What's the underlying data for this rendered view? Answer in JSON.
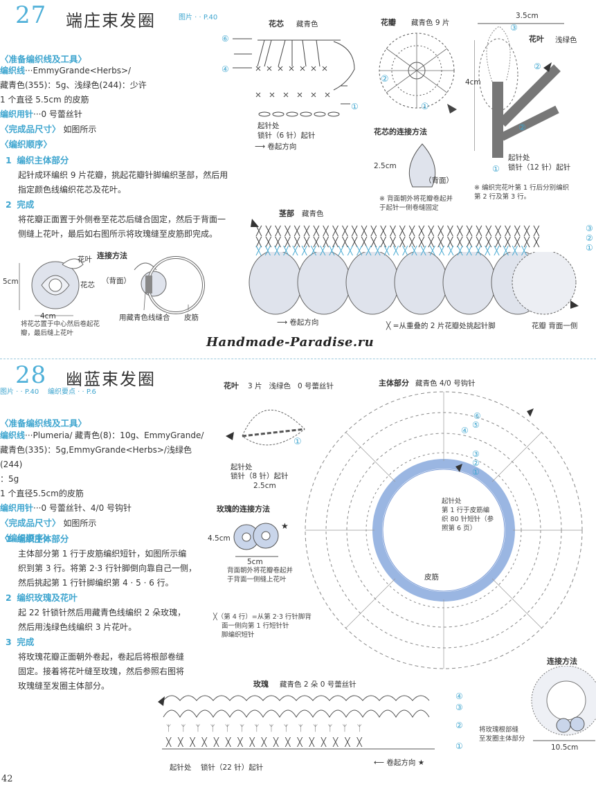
{
  "p27": {
    "number": "27",
    "title": "端庄束发圈",
    "ref": "图片 · · P.40",
    "materials_header": "〈准备编织线及工具〉",
    "yarn_label": "编织线",
    "yarn_text": "···EmmyGrande<Herbs>/",
    "yarn_line2": "藏青色(355)：5g、浅绿色(244)：少许",
    "yarn_line3": "1 个直径 5.5cm 的皮筋",
    "needle_label": "编织用针",
    "needle_text": "···0 号蕾丝针",
    "size_header": "〈完成品尺寸〉",
    "size_text": "如图所示",
    "order_header": "〈编织顺序〉",
    "step1_num": "1",
    "step1_title": "编织主体部分",
    "step1_text1": "起针成环编织 9 片花瓣，挑起花瓣针脚编织茎部，然后用",
    "step1_text2": "指定颜色线编织花芯及花叶。",
    "step2_num": "2",
    "step2_title": "完成",
    "step2_text1": "将花瓣正面置于外侧卷至花芯后缝合固定，然后于背面一",
    "step2_text2": "侧缝上花叶，最后如右图所示将玫瑰缝至皮筋即完成。",
    "conn_title": "连接方法",
    "lbl_leaf": "花叶",
    "lbl_core": "花芯",
    "lbl_back": "（背面）",
    "lbl_5cm": "5cm",
    "lbl_4cm": "4cm",
    "lbl_elastic": "皮筋",
    "lbl_sew": "用藏青色线缝合",
    "note_rose1": "将花芯置于中心然后卷起花",
    "note_rose2": "瓣，最后缝上花叶",
    "core_title": "花芯",
    "core_color": "藏青色",
    "core_start": "起针处",
    "core_chain": "锁针（6 针）起针",
    "core_dir": "卷起方向",
    "petal_title": "花瓣",
    "petal_color": "藏青色  9 片",
    "core_conn_title": "花芯的连接方法",
    "core_25": "2.5cm",
    "core_back": "（背面）",
    "core_note1": "※ 背面朝外将花瓣卷起并",
    "core_note2": "于起针一侧卷缝固定",
    "leaf_title": "花叶",
    "leaf_color": "浅绿色",
    "leaf_35": "3.5cm",
    "leaf_4cm": "4cm",
    "leaf_start": "起针处",
    "leaf_chain": "锁针（12 针）起针",
    "leaf_note1": "※ 编织完花叶第 1 行后分别编织",
    "leaf_note2": "第 2 行及第 3 行。",
    "stem_title": "茎部",
    "stem_color": "藏青色",
    "stem_dir": "卷起方向",
    "stem_legend": "╳ =从重叠的 2 片花瓣处挑起针脚",
    "stem_petal": "花瓣  背面一侧"
  },
  "watermark": "Handmade-Paradise.ru",
  "p28": {
    "number": "28",
    "title": "幽蓝束发圈",
    "ref": "图片 · · P.40    编织要点 · · P.6",
    "materials_header": "〈准备编织线及工具〉",
    "yarn_label": "编织线",
    "yarn_text": "···Plumeria/ 藏青色(8)：10g、EmmyGrande/",
    "yarn_line2": "藏青色(335)：5g,EmmyGrande<Herbs>/浅绿色(244)",
    "yarn_line3": "：5g",
    "yarn_line4": "1 个直径5.5cm的皮筋",
    "needle_label": "编织用针",
    "needle_text": "···0 号蕾丝针、4/0 号钩针",
    "size_header": "〈完成品尺寸〉",
    "size_text": "如图所示",
    "order_header": "〈编织顺序〉",
    "step1_num": "1",
    "step1_title": "编织主体部分",
    "step1_text1": "主体部分第 1 行于皮筋编织短针，如图所示编",
    "step1_text2": "织到第 3 行。将第 2·3 行针脚倒向靠自己一侧，",
    "step1_text3": "然后挑起第 1 行针脚编织第 4 · 5 · 6 行。",
    "step2_num": "2",
    "step2_title": "编织玫瑰及花叶",
    "step2_text1": "起 22 针锁针然后用藏青色线编织 2 朵玫瑰，",
    "step2_text2": "然后用浅绿色线编织 3 片花叶。",
    "step3_num": "3",
    "step3_title": "完成",
    "step3_text1": "将玫瑰花瓣正面朝外卷起，卷起后将根部卷缝",
    "step3_text2": "固定。接着将花叶缝至玫瑰，然后参照右图将",
    "step3_text3": "玫瑰缝至发圈主体部分。",
    "leaf_title": "花叶",
    "leaf_info": "3 片   浅绿色   0 号蕾丝针",
    "leaf_start": "起针处",
    "leaf_chain": "锁针（8 针）起针",
    "leaf_25": "2.5cm",
    "rose_conn_title": "玫瑰的连接方法",
    "rose_45": "4.5cm",
    "rose_5cm": "5cm",
    "rose_note1": "背面朝外将花瓣卷起并",
    "rose_note2": "于背面一侧缝上花叶",
    "x_note1": "╳（第 4 行）=从第 2·3 行针脚背",
    "x_note2": "面一侧向第 1 行短针针",
    "x_note3": "脚编织短针",
    "main_title": "主体部分",
    "main_info": "藏青色 4/0 号钩针",
    "main_start1": "起针处",
    "main_start2": "第 1 行于皮筋编",
    "main_start3": "织 80 针短针（参",
    "main_start4": "照第 6 页）",
    "main_elastic": "皮筋",
    "rose_title": "玫瑰",
    "rose_info": "藏青色 2 朵  0 号蕾丝针",
    "rose_start": "起针处",
    "rose_chain": "锁针（22 针）起针",
    "rose_dir": "卷起方向",
    "conn_title": "连接方法",
    "conn_note1": "将玫瑰根部缝",
    "conn_note2": "至发圈主体部分",
    "conn_size": "10.5cm"
  },
  "page_number": "42",
  "rows": [
    "①",
    "②",
    "③",
    "④",
    "⑤",
    "⑥"
  ],
  "colors": {
    "accent": "#3ea5cf",
    "petal": "#d9dde6",
    "ring": "#9ab6e2",
    "leaf_dark": "#555"
  }
}
